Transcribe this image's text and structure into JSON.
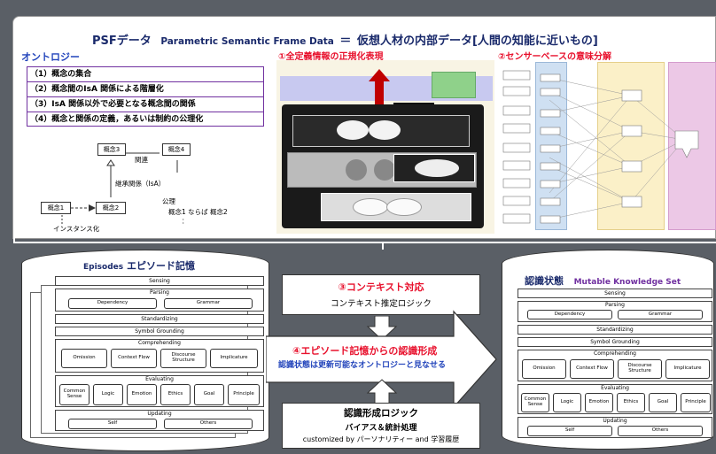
{
  "header": {
    "title_main": "PSFデータ",
    "title_latin": "Parametric Semantic Frame Data",
    "title_eq": "＝",
    "title_jp": "仮想人材の内部データ[人間の知能に近いもの]"
  },
  "ontology": {
    "title": "オントロジー",
    "items": [
      "（1）概念の集合",
      "（2）概念間のIsA 関係による階層化",
      "（3）IsA 関係以外で必要となる概念間の関係",
      "（4）概念と関係の定義，あるいは制約の公理化"
    ],
    "diagram": {
      "concept1": "概念1",
      "concept2": "概念2",
      "concept3": "概念3",
      "concept4": "概念4",
      "related": "関連",
      "inherit": "継承関係（IsA）",
      "instance": "インスタンス化",
      "axiom_title": "公理",
      "axiom_body": "概念1 ならば 概念2",
      "dots": "："
    }
  },
  "section1": {
    "title": "①全定義情報の正規化表現"
  },
  "section2": {
    "title": "②センサーベースの意味分解"
  },
  "episodes": {
    "title_latin": "Episodes",
    "title_jp": "エピソード記憶"
  },
  "center": {
    "context_title": "③コンテキスト対応",
    "context_sub": "コンテキスト推定ロジック",
    "formation_title": "④エピソード記憶からの認識形成",
    "formation_sub": "認識状態は更新可能なオントロジーと見なせる",
    "logic_title": "認識形成ロジック",
    "logic_sub": "バイアス＆統計処理",
    "logic_note": "customized by パーソナリティー and 学習履歴"
  },
  "recognition": {
    "title_jp": "認識状態",
    "title_latin": "Mutable Knowledge Set"
  },
  "layers": {
    "sensing": "Sensing",
    "parsing": "Parsing",
    "dependency": "Dependency",
    "grammar": "Grammar",
    "standardizing": "Standardizing",
    "symbol_grounding": "Symbol Grounding",
    "comprehending": "Comprehending",
    "omission": "Omission",
    "context_flow": "Context Flow",
    "discourse": "Discourse Structure",
    "implicature": "Implicature",
    "evaluating": "Evaluating",
    "common_sense": "Common Sense",
    "logic": "Logic",
    "emotion": "Emotion",
    "ethics": "Ethics",
    "goal": "Goal",
    "principle": "Principle",
    "updating": "Updating",
    "self": "Self",
    "others": "Others"
  },
  "colors": {
    "navy": "#1a2a6b",
    "red": "#e8112d",
    "purple": "#7030a0",
    "blue_col": "#cfe0f2",
    "yellow_col": "#fbf0c8",
    "pink_col": "#ecc8e6",
    "green_box": "#8fd18a",
    "lavender": "#c8c9f0",
    "dark_red": "#c00000"
  }
}
